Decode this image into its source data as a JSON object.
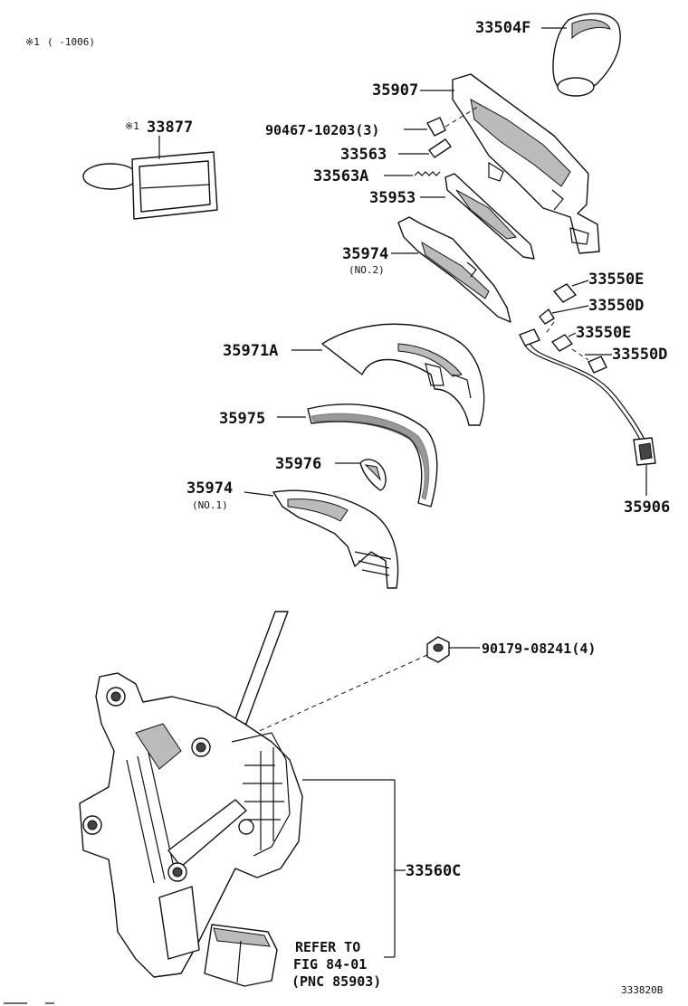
{
  "note": {
    "symbol": "※1",
    "range": "(      -1006)"
  },
  "labels": {
    "p33504F": "33504F",
    "p35907": "35907",
    "p90467": "90467-10203(3)",
    "p33563": "33563",
    "p33563A": "33563A",
    "p35953": "35953",
    "p35974_2": "35974",
    "p35974_2_sub": "(NO.2)",
    "p33877_mark": "※1",
    "p33877": "33877",
    "p33550E_1": "33550E",
    "p33550D_1": "33550D",
    "p33550E_2": "33550E",
    "p33550D_2": "33550D",
    "p35971A": "35971A",
    "p35975": "35975",
    "p35976": "35976",
    "p35974_1": "35974",
    "p35974_1_sub": "(NO.1)",
    "p35906": "35906",
    "p90179": "90179-08241(4)",
    "p33560C": "33560C",
    "refer_line1": "REFER TO",
    "refer_line2": "FIG 84-01",
    "refer_line3": "(PNC 85903)",
    "figure_id": "333820B"
  }
}
